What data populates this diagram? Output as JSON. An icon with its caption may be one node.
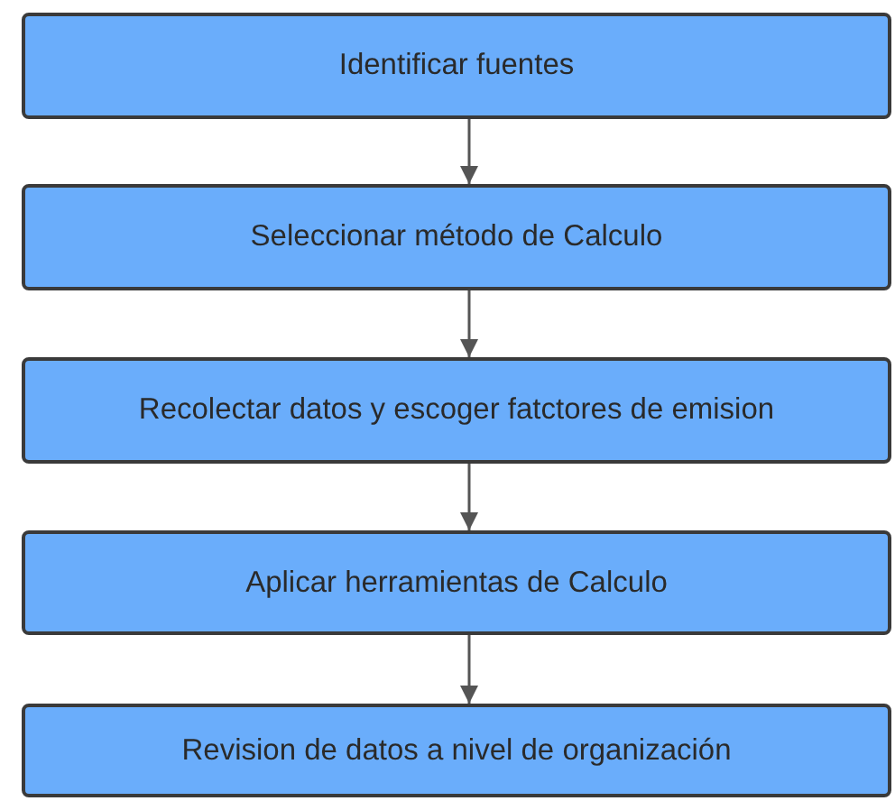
{
  "diagram": {
    "nodes": [
      {
        "text": [
          "Identificar fuentes"
        ]
      },
      {
        "text": [
          "Seleccionar método de Calculo"
        ]
      },
      {
        "text": [
          "Recolectar datos y escoger fatctores de emision"
        ]
      },
      {
        "text": [
          "Aplicar herramientas de Calculo"
        ]
      },
      {
        "text": [
          "Revision de datos a nivel de organización"
        ]
      }
    ],
    "edges": [
      {
        "from": 0,
        "to": 1,
        "arrow": "to"
      },
      {
        "from": 1,
        "to": 2,
        "arrow": "to"
      },
      {
        "from": 2,
        "to": 3,
        "arrow": "to"
      },
      {
        "from": 3,
        "to": 4,
        "arrow": "to"
      }
    ]
  }
}
